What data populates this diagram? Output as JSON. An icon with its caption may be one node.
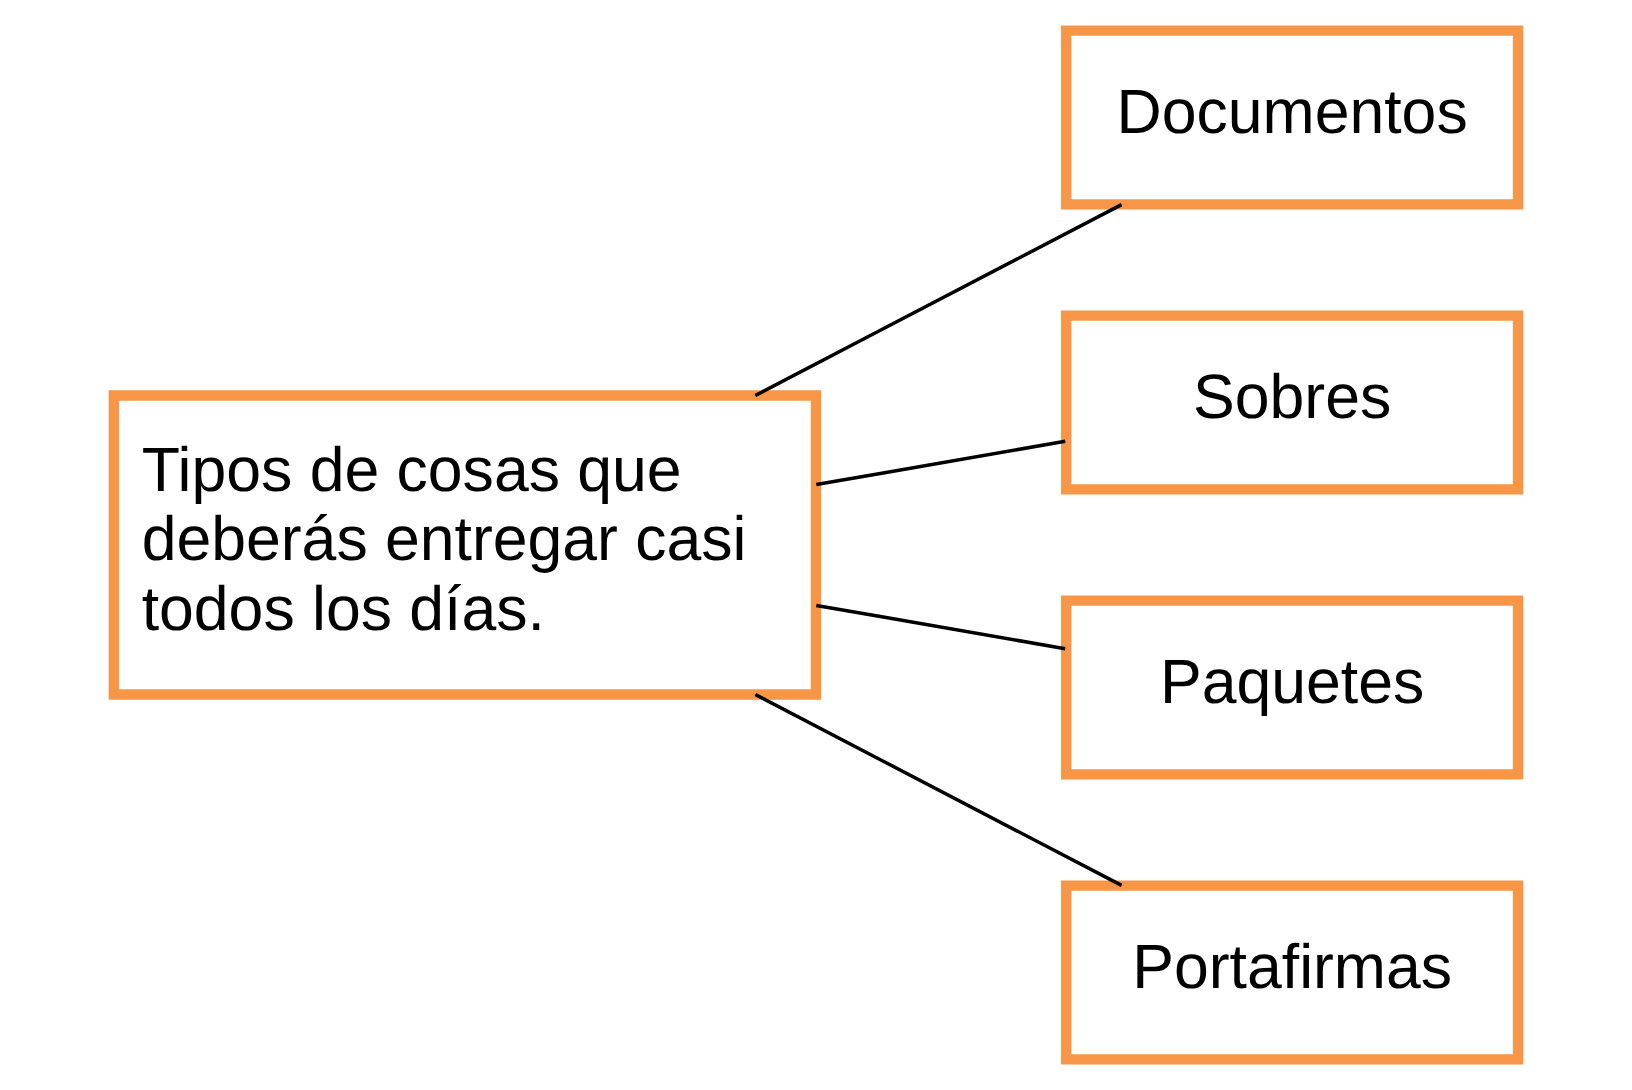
{
  "diagram": {
    "nodes": [
      {
        "text": [
          "Tipos de cosas que deberás entregar casi todos los días."
        ]
      },
      {
        "text": [
          "Documentos"
        ]
      },
      {
        "text": [
          "Sobres"
        ]
      },
      {
        "text": [
          "Paquetes"
        ]
      },
      {
        "text": [
          "Portafirmas"
        ]
      }
    ],
    "edges": [
      {
        "from": 0,
        "to": 1,
        "arrow": "none"
      },
      {
        "from": 0,
        "to": 2,
        "arrow": "none"
      },
      {
        "from": 0,
        "to": 3,
        "arrow": "none"
      },
      {
        "from": 0,
        "to": 4,
        "arrow": "none"
      }
    ]
  }
}
